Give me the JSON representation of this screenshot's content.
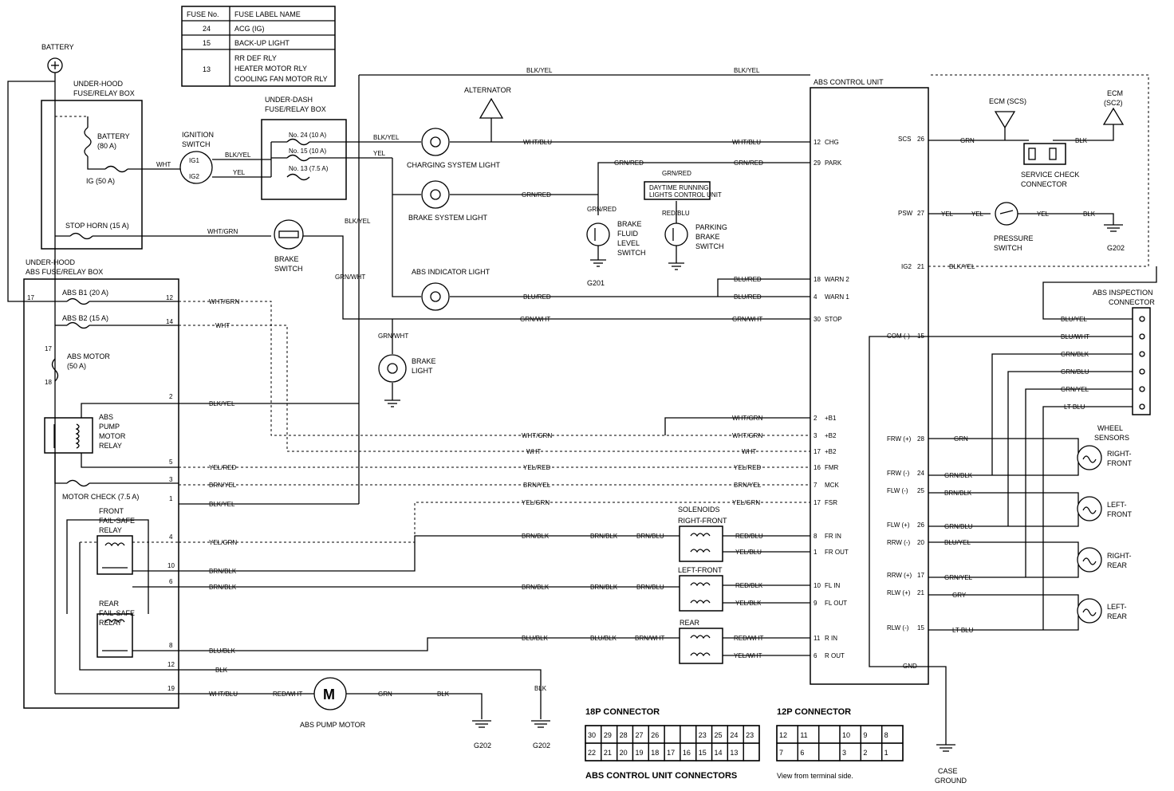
{
  "fuse_table": {
    "headers": [
      "FUSE No.",
      "FUSE LABEL NAME"
    ],
    "rows": [
      {
        "no": "24",
        "name": "ACG (IG)"
      },
      {
        "no": "15",
        "name": "BACK-UP LIGHT"
      },
      {
        "no": "13",
        "name": "RR DEF RLY",
        "name2": "HEATER MOTOR RLY",
        "name3": "COOLING FAN MOTOR RLY"
      }
    ]
  },
  "labels": {
    "battery": "BATTERY",
    "under_hood_box": "UNDER-HOOD",
    "under_hood_box2": "FUSE/RELAY BOX",
    "battery_fuse": "BATTERY",
    "battery_fuse2": "(80 A)",
    "ig_fuse": "IG (50 A)",
    "stop_horn": "STOP HORN (15 A)",
    "ignition_switch": "IGNITION",
    "ignition_switch2": "SWITCH",
    "ig1": "IG1",
    "ig2": "IG2",
    "under_dash": "UNDER-DASH",
    "under_dash2": "FUSE/RELAY BOX",
    "fuse24": "No. 24 (10 A)",
    "fuse15": "No. 15 (10 A)",
    "fuse13": "No. 13 (7.5 A)",
    "alternator": "ALTERNATOR",
    "charging_light": "CHARGING SYSTEM LIGHT",
    "brake_system_light": "BRAKE SYSTEM LIGHT",
    "daytime_unit": "DAYTIME RUNNING",
    "daytime_unit2": "LIGHTS CONTROL UNIT",
    "brake_fluid": "BRAKE",
    "brake_fluid2": "FLUID",
    "brake_fluid3": "LEVEL",
    "brake_fluid4": "SWITCH",
    "parking_brake": "PARKING",
    "parking_brake2": "BRAKE",
    "parking_brake3": "SWITCH",
    "g201": "G201",
    "brake_switch": "BRAKE",
    "brake_switch2": "SWITCH",
    "abs_indicator": "ABS INDICATOR LIGHT",
    "brake_light": "BRAKE",
    "brake_light2": "LIGHT",
    "abs_box": "UNDER-HOOD",
    "abs_box2": "ABS FUSE/RELAY BOX",
    "abs_b1": "ABS B1 (20 A)",
    "abs_b2": "ABS B2 (15 A)",
    "abs_motor_fuse": "ABS MOTOR",
    "abs_motor_fuse2": "(50 A)",
    "pump_relay": "ABS",
    "pump_relay2": "PUMP",
    "pump_relay3": "MOTOR",
    "pump_relay4": "RELAY",
    "motor_check": "MOTOR CHECK (7.5 A)",
    "front_failsafe": "FRONT",
    "front_failsafe2": "FAIL-SAFE",
    "front_failsafe3": "RELAY",
    "rear_failsafe": "REAR",
    "rear_failsafe2": "FAIL-SAFE",
    "rear_failsafe3": "RELAY",
    "solenoids": "SOLENOIDS",
    "sol_rf": "RIGHT-FRONT",
    "sol_lf": "LEFT-FRONT",
    "sol_rear": "REAR",
    "pump_motor": "ABS PUMP MOTOR",
    "motor_m": "M",
    "g202a": "G202",
    "g202b": "G202",
    "abs_unit": "ABS CONTROL UNIT",
    "ecm_scs": "ECM (SCS)",
    "ecm_sc2": "ECM",
    "ecm_sc2b": "(SC2)",
    "service_check": "SERVICE CHECK",
    "service_check2": "CONNECTOR",
    "pressure_switch": "PRESSURE",
    "pressure_switch2": "SWITCH",
    "g202c": "G202",
    "inspection": "ABS INSPECTION",
    "inspection2": "CONNECTOR",
    "wheel_sensors": "WHEEL",
    "wheel_sensors2": "SENSORS",
    "rf": "RIGHT-",
    "rf2": "FRONT",
    "lf": "LEFT-",
    "lf2": "FRONT",
    "rr": "RIGHT-",
    "rr2": "REAR",
    "lr": "LEFT-",
    "lr2": "REAR",
    "case_ground": "CASE",
    "case_ground2": "GROUND",
    "conn18": "18P CONNECTOR",
    "conn12": "12P CONNECTOR",
    "conn_caption": "ABS CONTROL UNIT CONNECTORS",
    "conn_view": "View from terminal side."
  },
  "wires": {
    "blk_yel": "BLK/YEL",
    "wht_blu": "WHT/BLU",
    "grn_red": "GRN/RED",
    "yel": "YEL",
    "wht": "WHT",
    "wht_grn": "WHT/GRN",
    "grn_wht": "GRN/WHT",
    "blu_red": "BLU/RED",
    "yel_red": "YEL/RED",
    "brn_yel": "BRN/YEL",
    "yel_grn": "YEL/GRN",
    "brn_blk": "BRN/BLK",
    "brn_blu": "BRN/BLU",
    "red_blu": "RED/BLU",
    "yel_blu": "YEL/BLU",
    "red_blk": "RED/BLK",
    "yel_blk": "YEL/BLK",
    "blu_blk": "BLU/BLK",
    "brn_wht": "BRN/WHT",
    "red_wht": "RED/WHT",
    "yel_wht": "YEL/WHT",
    "blk": "BLK",
    "red_wht2": "RED/WHT",
    "grn": "GRN",
    "grn_blk": "GRN/BLK",
    "blu_wht": "BLU/WHT",
    "grn_yel": "GRN/YEL",
    "lt_blu": "LT BLU",
    "blu_yel": "BLU/YEL",
    "brn_blk2": "BRN/BLK",
    "gry": "GRY",
    "grn_blu": "GRN/BLU",
    "wht_blu2": "WHT/BLU"
  },
  "pins": {
    "p12": "12",
    "p12n": "CHG",
    "p29": "29",
    "p29n": "PARK",
    "p18": "18",
    "p18n": "WARN 2",
    "p4": "4",
    "p4n": "WARN 1",
    "p30": "30",
    "p30n": "STOP",
    "p2": "2",
    "p2n": "+B1",
    "p3": "3",
    "p3n": "+B2",
    "p17": "17",
    "p17n": "+B2",
    "p16": "16",
    "p16n": "FMR",
    "p7": "7",
    "p7n": "MCK",
    "p17b": "17",
    "p17bn": "FSR",
    "p8": "8",
    "p8n": "FR IN",
    "p1": "1",
    "p1n": "FR OUT",
    "p10": "10",
    "p10n": "FL IN",
    "p9": "9",
    "p9n": "FL OUT",
    "p11": "11",
    "p11n": "R IN",
    "p6": "6",
    "p6n": "R OUT",
    "scs": "SCS",
    "scs_no": "26",
    "pow": "PSW",
    "pow_no": "27",
    "ig2": "IG2",
    "ig2_no": "21",
    "com": "COM (-)",
    "com_no": "15",
    "frw_p": "FRW (+)",
    "frw_p_no": "28",
    "frw_m": "FRW (-)",
    "frw_m_no": "24",
    "flw_m": "FLW (-)",
    "flw_m_no": "25",
    "flw_p": "FLW (+)",
    "flw_p_no": "26",
    "rrw_m": "RRW (-)",
    "rrw_m_no": "20",
    "rrw_p": "RRW (+)",
    "rrw_p_no": "17",
    "rlw_p": "RLW (+)",
    "rlw_p_no": "21",
    "rlw_m": "RLW (-)",
    "rlw_m_no": "15",
    "gnd": "GND"
  },
  "connector18": {
    "top": [
      "30",
      "29",
      "28",
      "27",
      "26",
      "",
      "",
      "23",
      "25",
      "24",
      "23"
    ],
    "bottom": [
      "22",
      "21",
      "20",
      "19",
      "18",
      "17",
      "16",
      "15",
      "14",
      "13"
    ]
  },
  "connector12": {
    "top": [
      "12",
      "11",
      "",
      "10",
      "9",
      "8"
    ],
    "bottom": [
      "7",
      "6",
      "",
      "3",
      "2",
      "1"
    ]
  }
}
